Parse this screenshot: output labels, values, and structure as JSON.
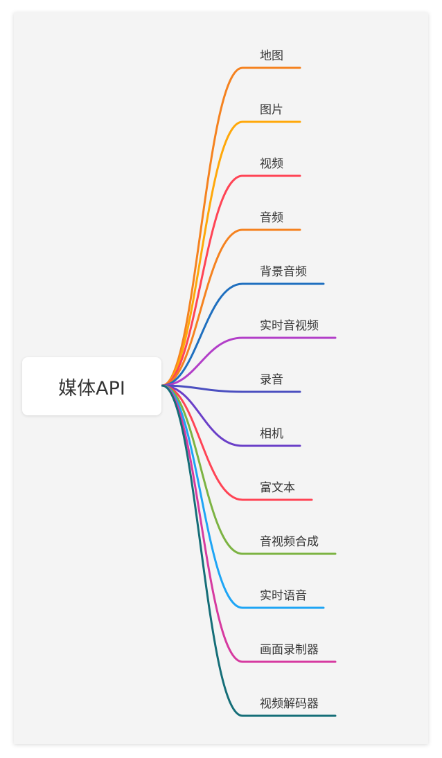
{
  "root": {
    "label": "媒体API"
  },
  "branches": [
    {
      "label": "地图",
      "color": "#f5821f"
    },
    {
      "label": "图片",
      "color": "#ffa80a"
    },
    {
      "label": "视频",
      "color": "#ff4455"
    },
    {
      "label": "音频",
      "color": "#f5821f"
    },
    {
      "label": "背景音频",
      "color": "#1f6fbf"
    },
    {
      "label": "实时音视频",
      "color": "#b23ec8"
    },
    {
      "label": "录音",
      "color": "#4b4fc0"
    },
    {
      "label": "相机",
      "color": "#6a3fc8"
    },
    {
      "label": "富文本",
      "color": "#ff4455"
    },
    {
      "label": "音视频合成",
      "color": "#7cb342"
    },
    {
      "label": "实时语音",
      "color": "#1ea5f5"
    },
    {
      "label": "画面录制器",
      "color": "#d63aa0"
    },
    {
      "label": "视频解码器",
      "color": "#156e78"
    }
  ]
}
